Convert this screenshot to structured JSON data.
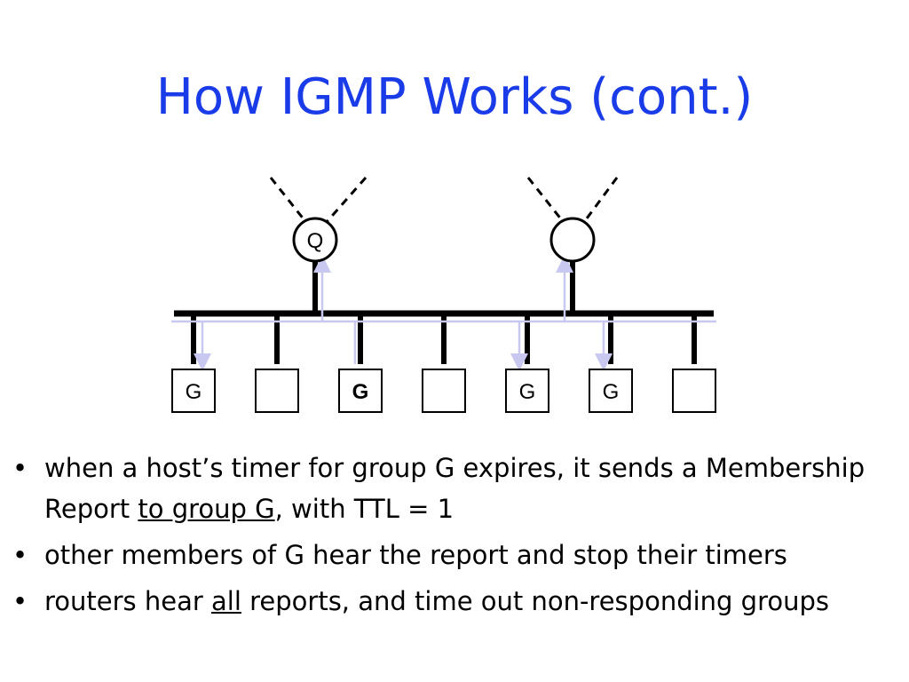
{
  "slide": {
    "title": "How IGMP Works (cont.)"
  },
  "diagram": {
    "routers": [
      {
        "label": "Q"
      },
      {
        "label": ""
      }
    ],
    "hosts": [
      {
        "label": "G",
        "bold": false
      },
      {
        "label": "",
        "bold": false
      },
      {
        "label": "G",
        "bold": true
      },
      {
        "label": "",
        "bold": false
      },
      {
        "label": "G",
        "bold": false
      },
      {
        "label": "G",
        "bold": false
      },
      {
        "label": "",
        "bold": false
      }
    ],
    "colors": {
      "lines": "#000000",
      "report_path": "#c8c8f0"
    }
  },
  "bullets": {
    "b1_a": "when a host’s timer for group G expires, it sends a Membership Report ",
    "b1_link": "to group G",
    "b1_b": ", with TTL = 1",
    "b2": "other members of G hear the report and stop their timers",
    "b3_a": "routers hear ",
    "b3_u": "all",
    "b3_b": " reports, and time out non-responding groups"
  }
}
